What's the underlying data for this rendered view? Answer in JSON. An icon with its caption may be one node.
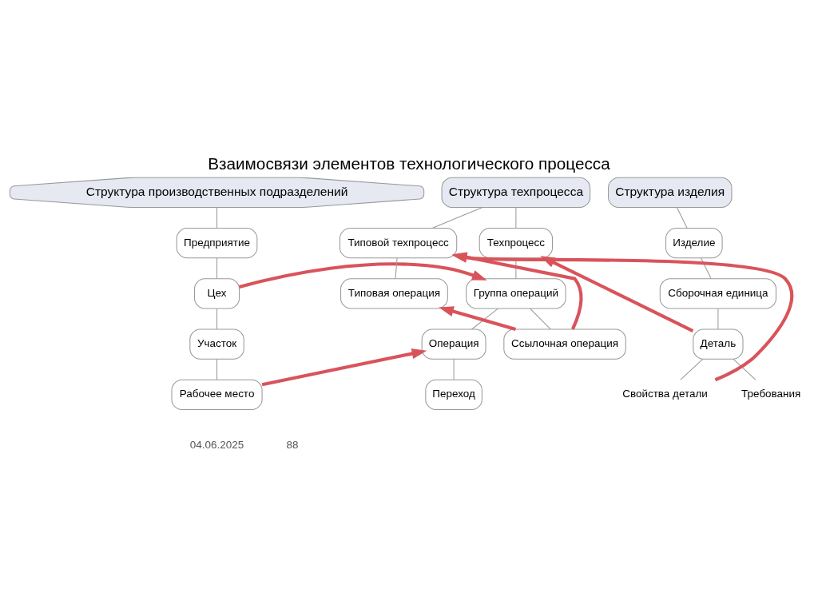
{
  "diagram": {
    "title": "Взаимосвязи элементов технологического процесса",
    "nodes": [
      {
        "text": [
          "Структура производственных подразделений"
        ]
      },
      {
        "text": [
          "Предприятие"
        ]
      },
      {
        "text": [
          "Цех"
        ]
      },
      {
        "text": [
          "Участок"
        ]
      },
      {
        "text": [
          "Рабочее место"
        ]
      },
      {
        "text": [
          "Структура техпроцесса"
        ]
      },
      {
        "text": [
          "Техпроцесс"
        ]
      },
      {
        "text": [
          "Группа операций"
        ]
      },
      {
        "text": [
          "Операция"
        ]
      },
      {
        "text": [
          "Переход"
        ]
      },
      {
        "text": [
          "Ссылочная операция"
        ]
      },
      {
        "text": [
          "Типовой техпроцесс"
        ]
      },
      {
        "text": [
          "Типовая операция"
        ]
      },
      {
        "text": [
          "Структура изделия"
        ]
      },
      {
        "text": [
          "Изделие"
        ]
      },
      {
        "text": [
          "Сборочная единица"
        ]
      },
      {
        "text": [
          "Деталь"
        ]
      },
      {
        "text": [
          "Свойства детали"
        ]
      },
      {
        "text": [
          "Требования"
        ]
      }
    ],
    "edges": [
      {
        "from": 0,
        "to": 1,
        "arrow": "none"
      },
      {
        "from": 1,
        "to": 2,
        "arrow": "none"
      },
      {
        "from": 2,
        "to": 3,
        "arrow": "none"
      },
      {
        "from": 3,
        "to": 4,
        "arrow": "none"
      },
      {
        "from": 5,
        "to": 6,
        "arrow": "none"
      },
      {
        "from": 6,
        "to": 7,
        "arrow": "none"
      },
      {
        "from": 7,
        "to": 8,
        "arrow": "none"
      },
      {
        "from": 8,
        "to": 9,
        "arrow": "none"
      },
      {
        "from": 7,
        "to": 10,
        "arrow": "none"
      },
      {
        "from": 5,
        "to": 11,
        "arrow": "none"
      },
      {
        "from": 11,
        "to": 12,
        "arrow": "none"
      },
      {
        "from": 13,
        "to": 14,
        "arrow": "none"
      },
      {
        "from": 14,
        "to": 15,
        "arrow": "none"
      },
      {
        "from": 15,
        "to": 16,
        "arrow": "none"
      },
      {
        "from": 16,
        "to": 17,
        "arrow": "none"
      },
      {
        "from": 16,
        "to": 18,
        "arrow": "none"
      },
      {
        "from": 2,
        "to": 7,
        "arrow": "to",
        "style": "thick",
        "color": "#d9535b"
      },
      {
        "from": 4,
        "to": 8,
        "arrow": "to",
        "style": "thick",
        "color": "#d9535b"
      },
      {
        "from": 10,
        "to": 11,
        "arrow": "to",
        "style": "thick",
        "color": "#d9535b"
      },
      {
        "from": 10,
        "to": 12,
        "arrow": "to",
        "style": "thick",
        "color": "#d9535b"
      },
      {
        "from": 16,
        "to": 6,
        "arrow": "to",
        "style": "thick",
        "color": "#d9535b"
      },
      {
        "from": 17,
        "to": 11,
        "arrow": "to",
        "style": "thick",
        "color": "#d9535b"
      }
    ],
    "labels": [
      "04.06.2025",
      "88"
    ]
  }
}
